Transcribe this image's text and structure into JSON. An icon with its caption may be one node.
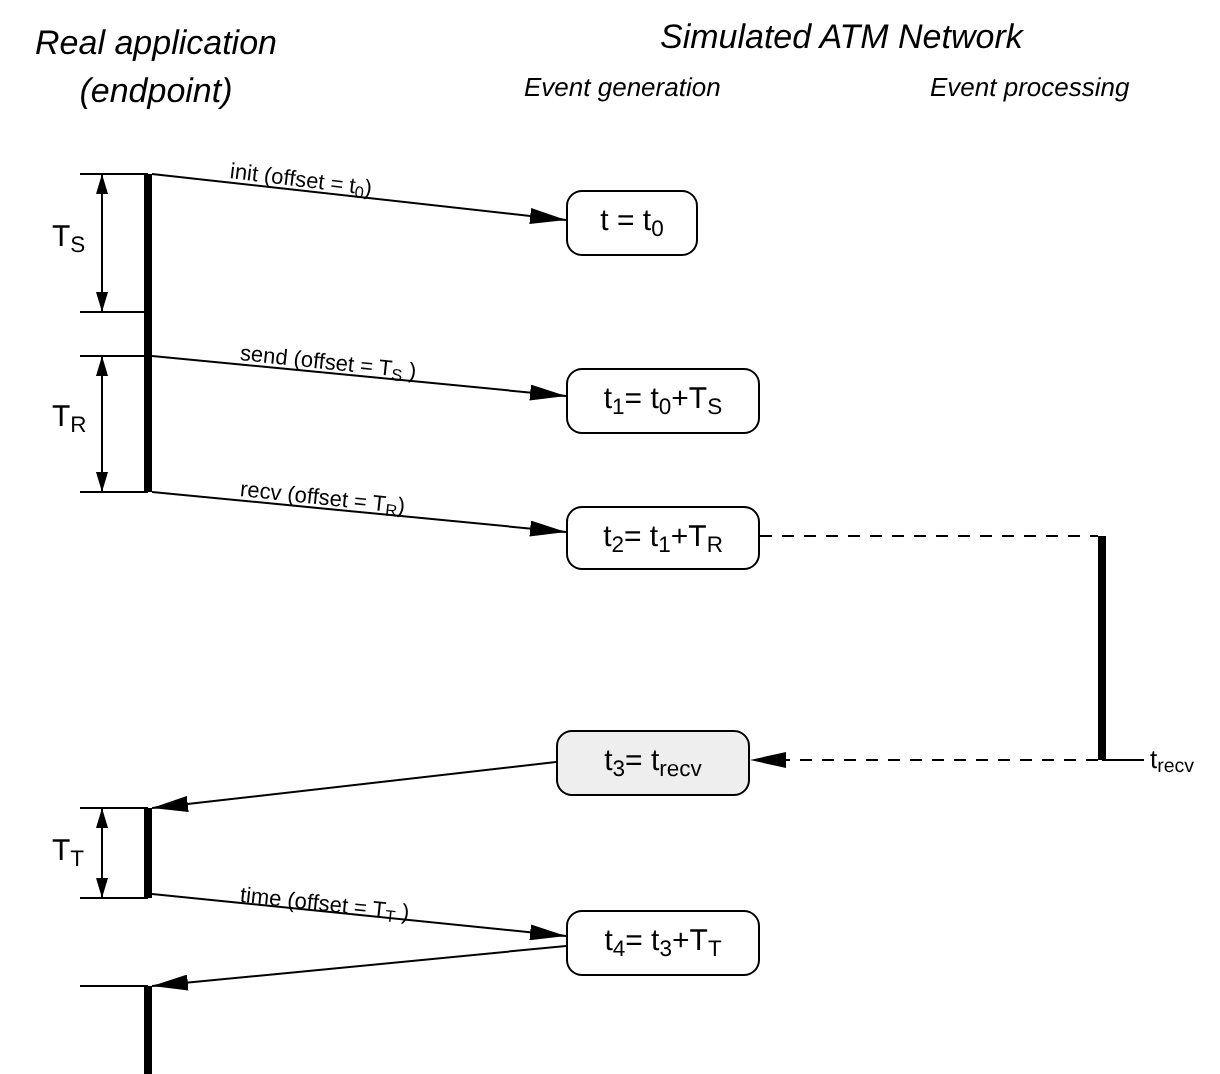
{
  "diagram": {
    "nodes": [
      {
        "text": [],
        "shape": "bar"
      },
      {
        "text": [
          "t = t$_{0}$"
        ]
      },
      {
        "text": [
          "t$_{1}$= t$_{0}$+T$_{S}$"
        ]
      },
      {
        "text": [
          "t$_{2}$= t$_{1}$+T$_{R}$"
        ]
      },
      {
        "text": [],
        "shape": "bar",
        "beside": [
          "t$_{recv}$"
        ]
      },
      {
        "text": [
          "t$_{3}$= t$_{recv}$"
        ]
      },
      {
        "text": [],
        "shape": "bar"
      },
      {
        "text": [
          "t$_{4}$= t$_{3}$+T$_{T}$"
        ]
      },
      {
        "text": [],
        "shape": "bar"
      }
    ],
    "edges": [
      {
        "from": 0,
        "to": 1,
        "arrow": "to",
        "label": "init (offset = t$_{0}$)"
      },
      {
        "from": 0,
        "to": 2,
        "arrow": "to",
        "label": "send (offset = T$_{S}$ )"
      },
      {
        "from": 0,
        "to": 3,
        "arrow": "to",
        "label": "recv (offset = T$_{R}$)"
      },
      {
        "from": 3,
        "to": 4,
        "arrow": "none",
        "style": "dashed"
      },
      {
        "from": 4,
        "to": 5,
        "arrow": "to",
        "style": "dashed"
      },
      {
        "from": 5,
        "to": 6,
        "arrow": "to"
      },
      {
        "from": 6,
        "to": 7,
        "arrow": "to",
        "label": "time (offset = T$_{T}$ )"
      },
      {
        "from": 7,
        "to": 8,
        "arrow": "to"
      }
    ],
    "labels": [
      "Real application (endpoint)",
      "Simulated ATM Network",
      "Event generation",
      "Event processing",
      "T$_{S}$",
      "T$_{R}$",
      "T$_{T}$"
    ]
  }
}
